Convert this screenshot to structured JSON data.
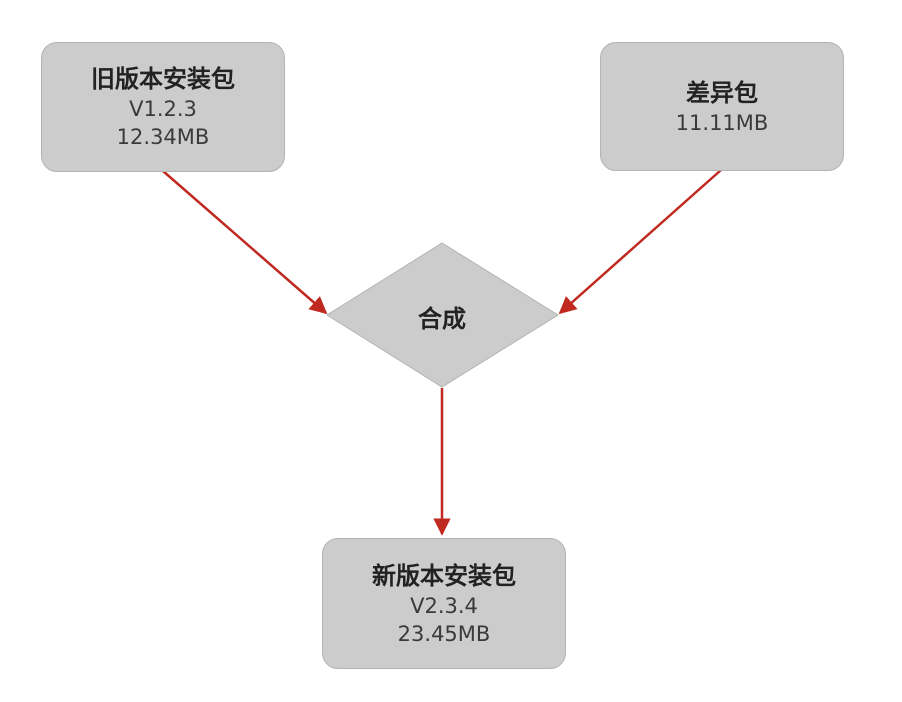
{
  "nodes": {
    "old_package": {
      "title": "旧版本安装包",
      "version": "V1.2.3",
      "size": "12.34MB"
    },
    "diff_package": {
      "title": "差异包",
      "size": "11.11MB"
    },
    "merge": {
      "label": "合成"
    },
    "new_package": {
      "title": "新版本安装包",
      "version": "V2.3.4",
      "size": "23.45MB"
    }
  },
  "colors": {
    "box_fill": "#cccccc",
    "box_border": "#b3b3b3",
    "arrow": "#c0291f"
  }
}
